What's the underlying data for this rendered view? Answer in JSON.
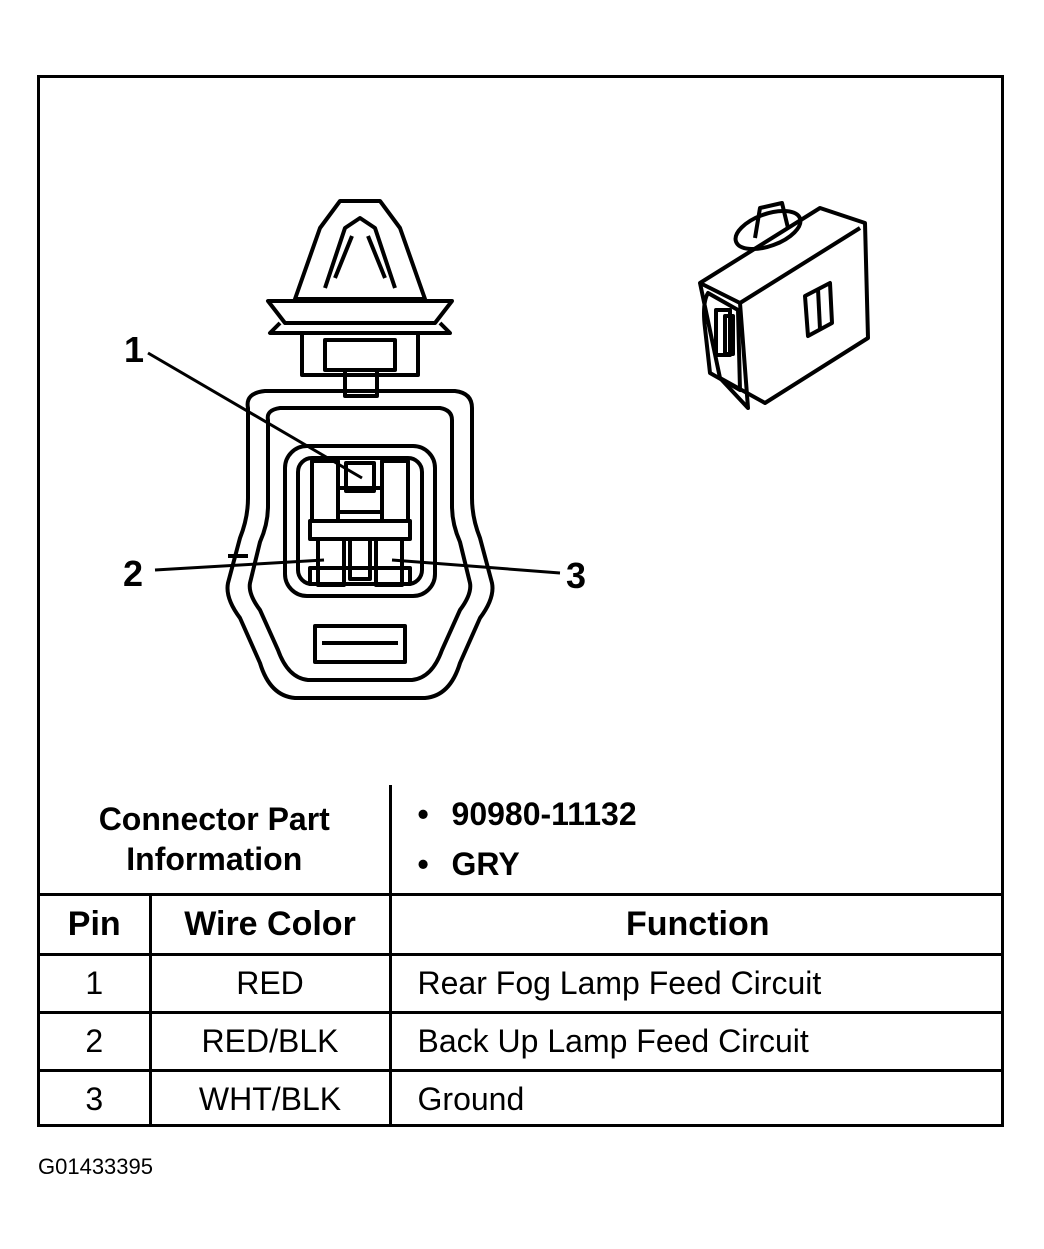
{
  "callouts": [
    "1",
    "2",
    "3"
  ],
  "connector_part_info": {
    "title_line1": "Connector Part",
    "title_line2": "Information",
    "items": [
      "90980-11132",
      "GRY"
    ]
  },
  "pin_table": {
    "headers": {
      "pin": "Pin",
      "wire_color": "Wire Color",
      "function": "Function"
    },
    "rows": [
      {
        "pin": "1",
        "wire_color": "RED",
        "function": "Rear Fog Lamp Feed Circuit"
      },
      {
        "pin": "2",
        "wire_color": "RED/BLK",
        "function": "Back Up Lamp Feed Circuit"
      },
      {
        "pin": "3",
        "wire_color": "WHT/BLK",
        "function": "Ground"
      }
    ]
  },
  "figure_id": "G01433395"
}
